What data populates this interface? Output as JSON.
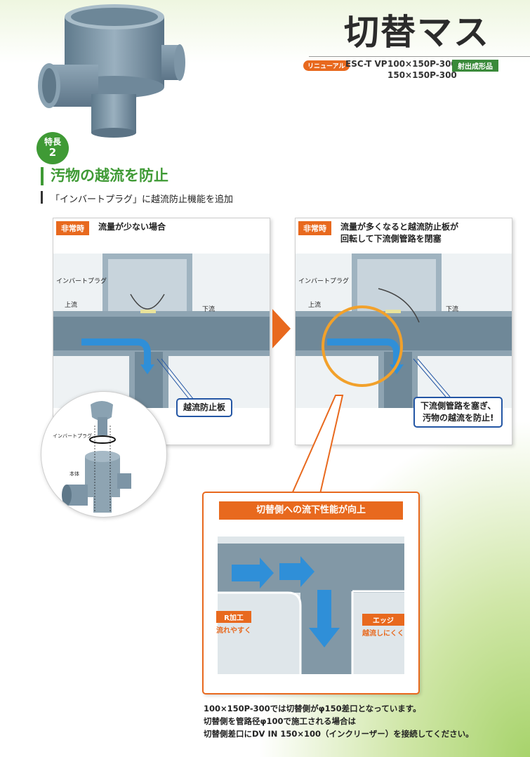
{
  "header": {
    "title": "切替マス",
    "renewal_tag": "リニューアル",
    "model_code": "ESC-T VP",
    "model_sizes": [
      "100×150P-300",
      "150×150P-300"
    ],
    "molded_tag": "射出成形品"
  },
  "feature": {
    "badge_label": "特長",
    "badge_number": "2",
    "heading": "汚物の越流を防止",
    "subheading": "「インバートプラグ」に越流防止機能を追加"
  },
  "panel_left": {
    "tag": "非常時",
    "caption": "流量が少ない場合",
    "label_plug": "インバートプラグ",
    "label_upstream": "上流",
    "label_downstream": "下流",
    "callout": "越流防止板"
  },
  "panel_right": {
    "tag": "非常時",
    "caption_line1": "流量が多くなると越流防止板が",
    "caption_line2": "回転して下流側管路を閉塞",
    "label_plug": "インバートプラグ",
    "label_upstream": "上流",
    "label_downstream": "下流",
    "callout_line1": "下流側管路を塞ぎ、",
    "callout_line2": "汚物の越流を防止!"
  },
  "inset": {
    "label_plug": "インバートプラグ",
    "label_body": "本体"
  },
  "detail_panel": {
    "banner": "切替側への流下性能が向上",
    "r_label": "R加工",
    "r_desc": "流れやすく",
    "edge_label": "エッジ",
    "edge_desc": "越流しにくく"
  },
  "note_lines": [
    "100×150P-300では切替側がφ150差口となっています。",
    "切替側を管路径φ100で施工される場合は",
    "切替側差口にDV IN 150×100（インクリーザー）を接続してください。"
  ],
  "colors": {
    "accent_orange": "#e8691e",
    "feature_green": "#3f9a35",
    "callout_blue": "#2456a4",
    "pipe_gray": "#7f95a4",
    "flow_arrow": "#2f8fd8"
  }
}
